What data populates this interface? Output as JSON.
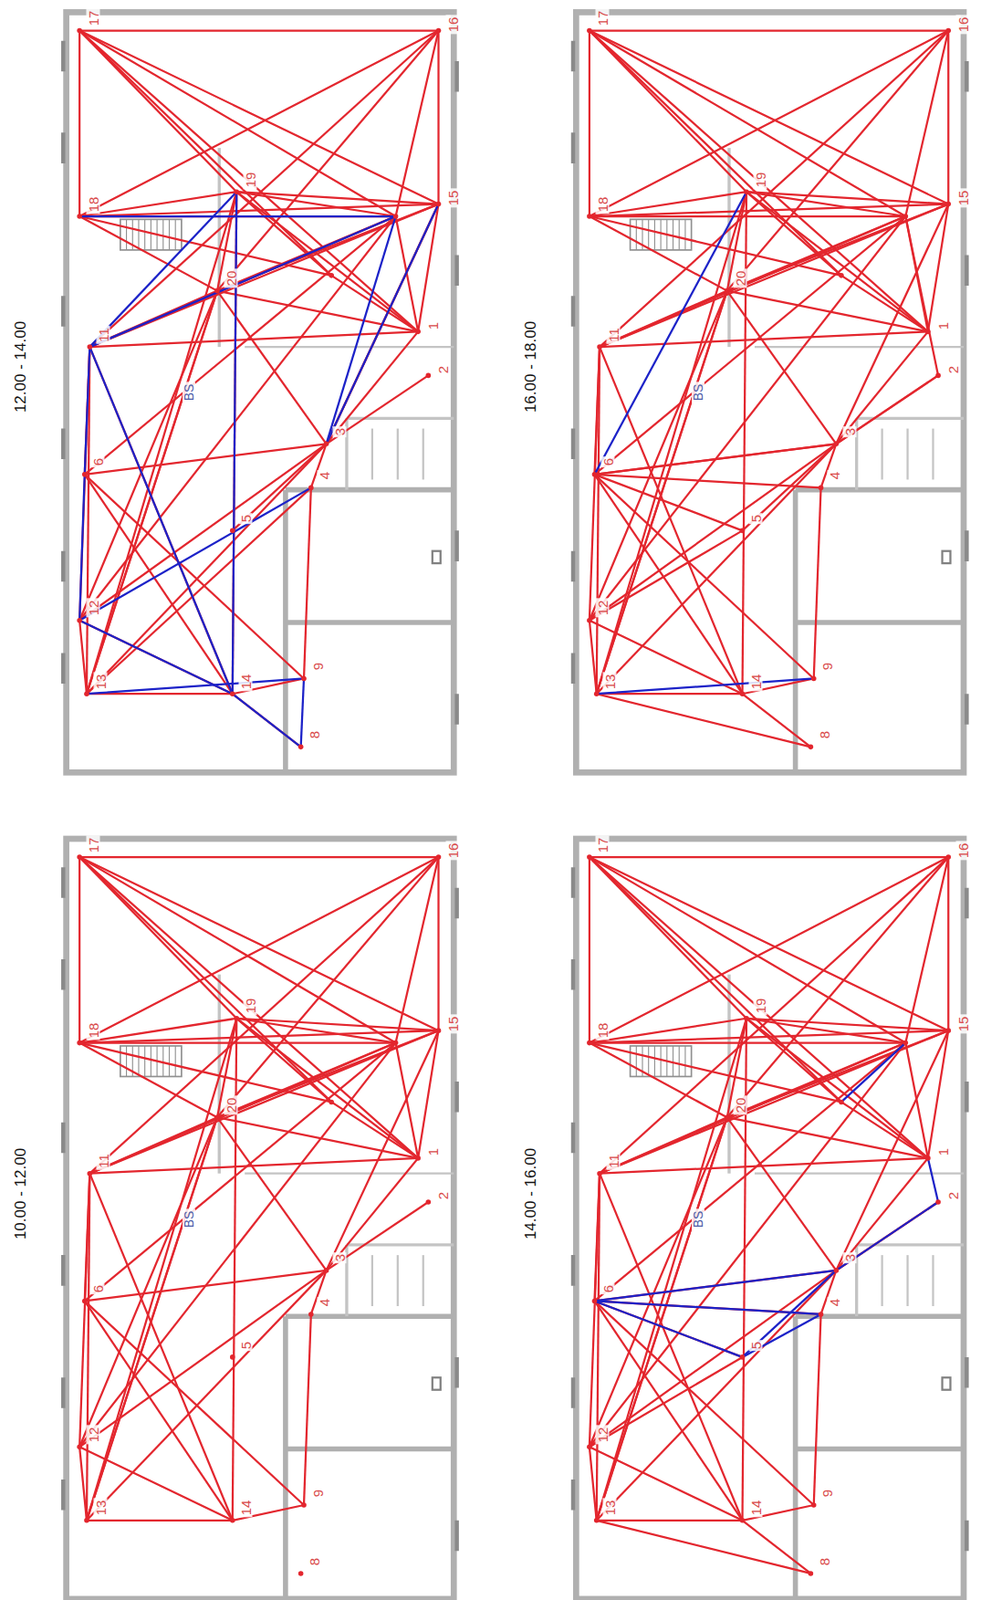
{
  "diagram": {
    "labels": [
      "12.00 - 14.00",
      "BS",
      "17",
      "16",
      "18",
      "19",
      "15",
      "20",
      "1",
      "2",
      "3",
      "4",
      "11",
      "6",
      "12",
      "13",
      "14",
      "9",
      "8",
      "5",
      "16.00 - 18.00",
      "BS",
      "17",
      "16",
      "18",
      "19",
      "15",
      "20",
      "1",
      "2",
      "3",
      "4",
      "11",
      "6",
      "12",
      "13",
      "14",
      "9",
      "8",
      "5",
      "10.00 - 12.00",
      "BS",
      "17",
      "16",
      "18",
      "19",
      "15",
      "20",
      "1",
      "2",
      "3",
      "4",
      "11",
      "6",
      "12",
      "13",
      "14",
      "9",
      "8",
      "5",
      "14.00 - 16.00",
      "BS",
      "17",
      "16",
      "18",
      "19",
      "15",
      "20",
      "1",
      "2",
      "3",
      "4",
      "11",
      "6",
      "12",
      "13",
      "14",
      "9",
      "8",
      "5"
    ]
  }
}
